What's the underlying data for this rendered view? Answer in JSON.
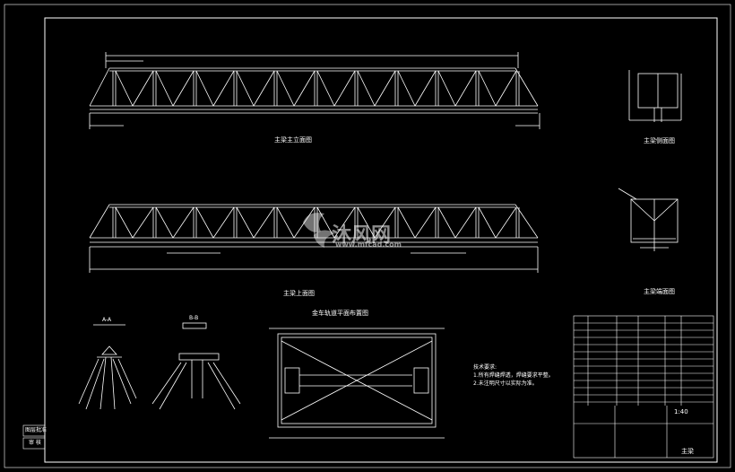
{
  "drawing": {
    "views": {
      "front": "主梁主立面图",
      "top": "主梁上面图",
      "side_small": "主梁侧面图",
      "end_section": "主梁端面图",
      "plan_detail": "金车轨道平面布置图"
    },
    "details": {
      "a": "A-A",
      "b": "B-B"
    },
    "tech_notes": {
      "title": "技术要求:",
      "lines": [
        "1.所有焊缝焊透，焊缝要求平整。",
        "2.未注明尺寸以实际为准。"
      ]
    },
    "watermark": {
      "text": "沐风网",
      "url": "www.mfcad.com"
    },
    "side_tab": {
      "line1": "图层批准",
      "line2": "审 核"
    },
    "title_block": {
      "scale": "1:40",
      "name": "主梁"
    },
    "colors": {
      "background": "#000000",
      "line": "#ffffff",
      "highlight": "#e0e0e0"
    }
  }
}
